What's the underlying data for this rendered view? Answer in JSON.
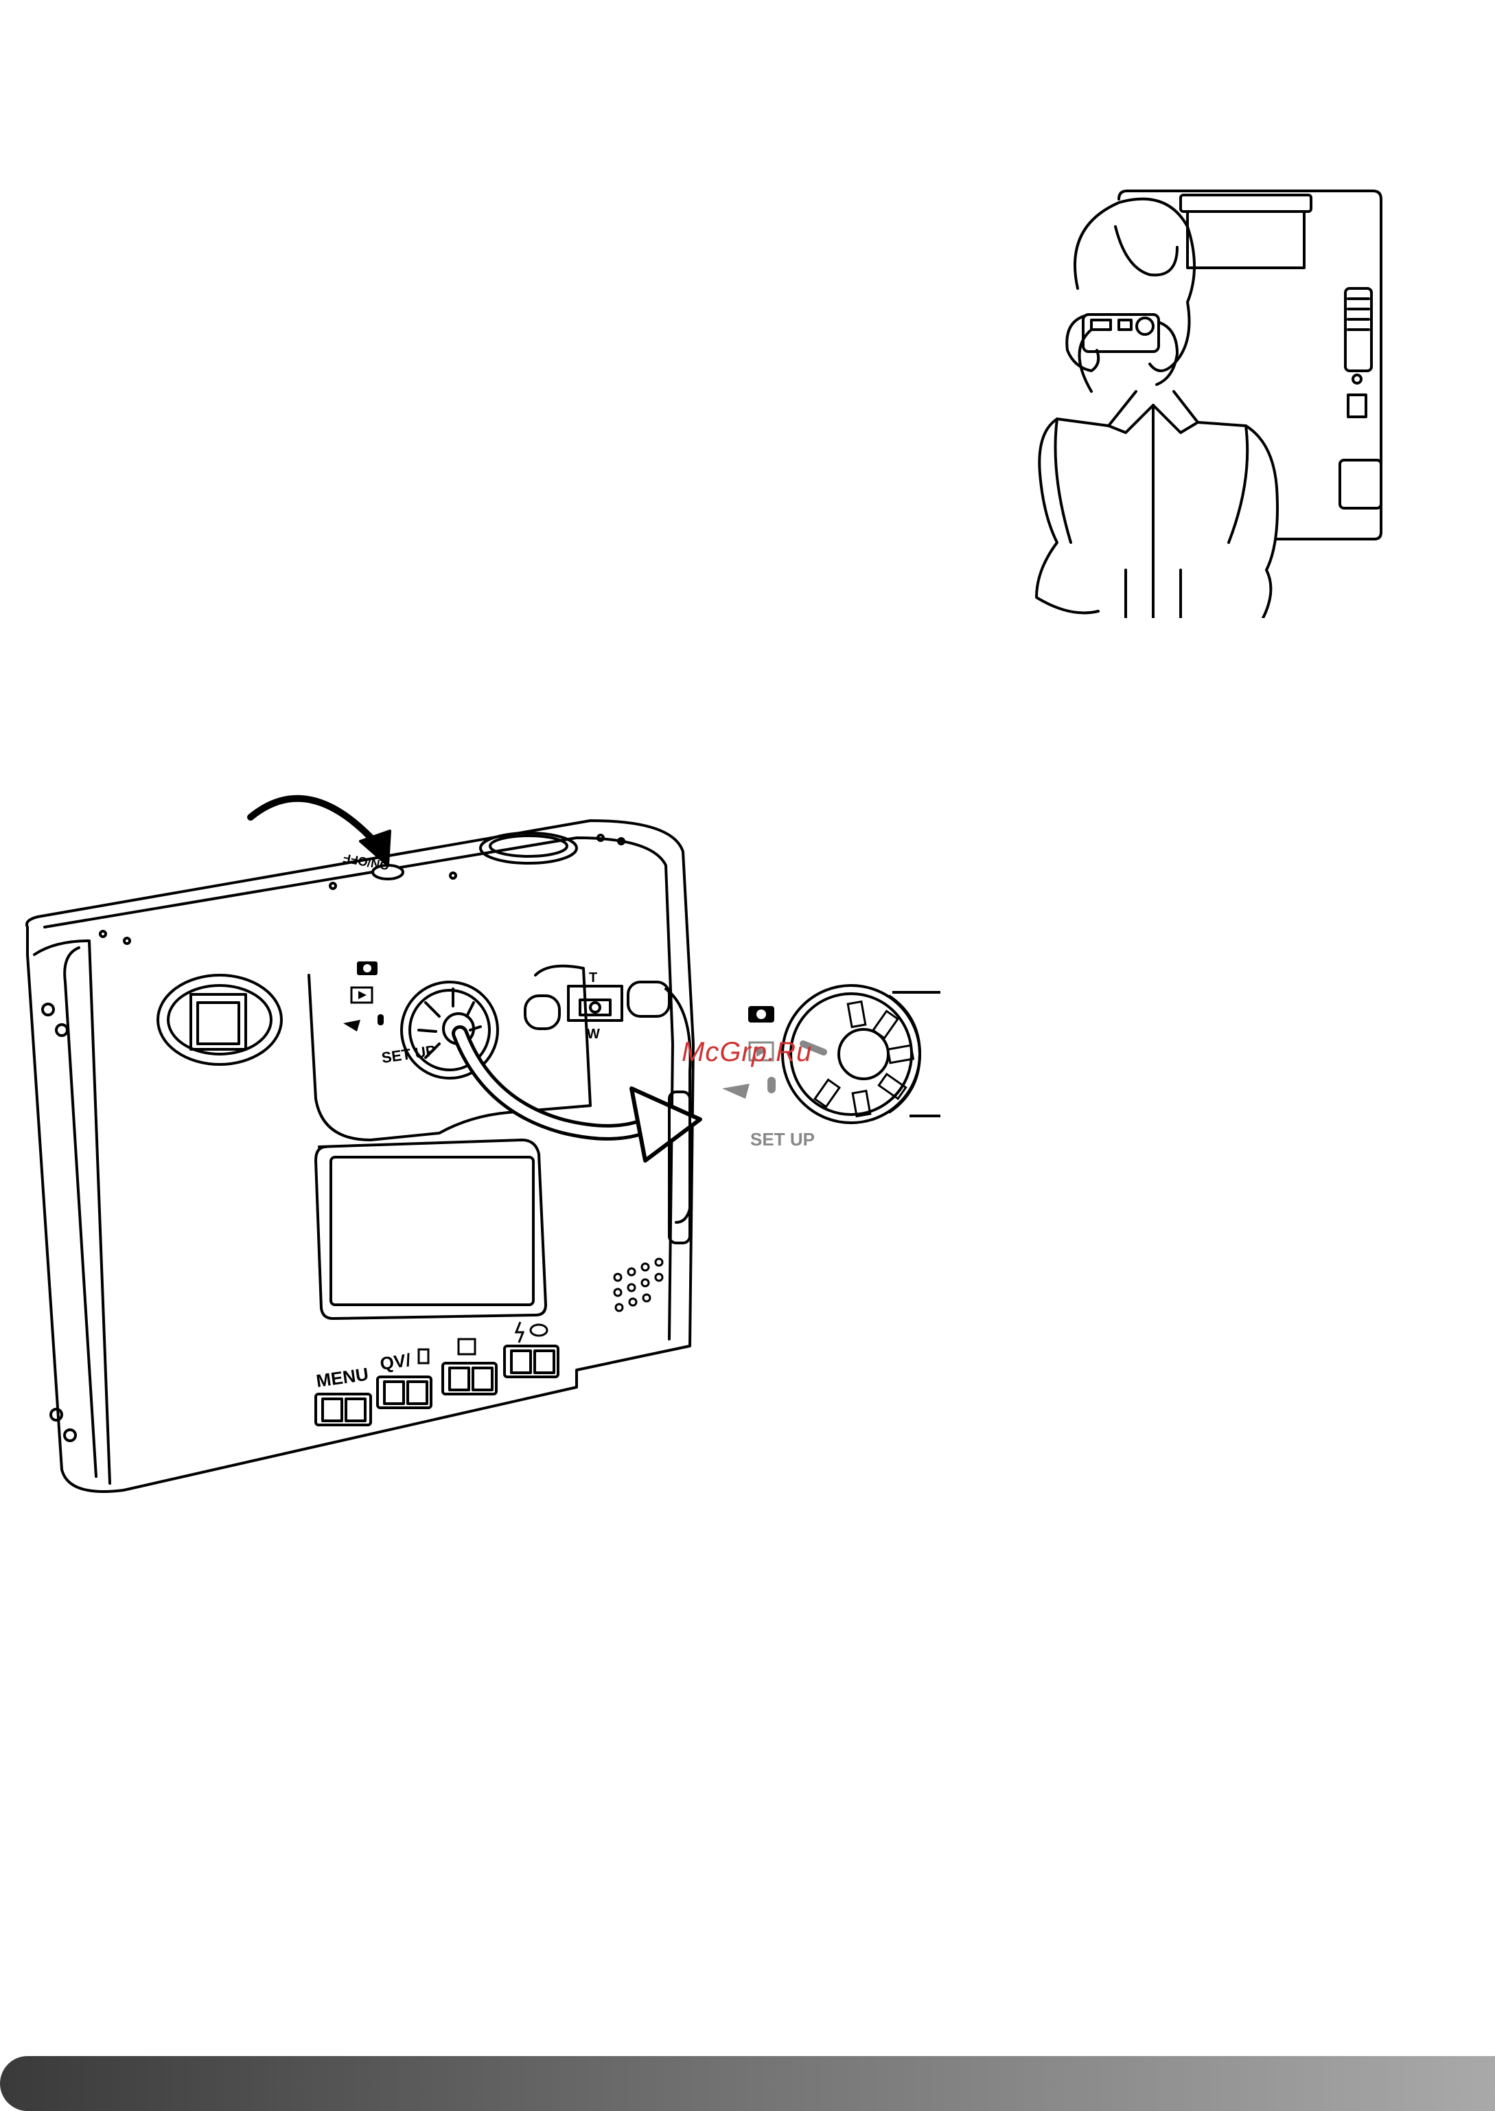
{
  "camera": {
    "power_label": "ON/OFF",
    "zoom_tele": "T",
    "zoom_wide": "W",
    "dial_label": "SET UP",
    "buttons": {
      "menu": "MENU",
      "qv": "QV/"
    }
  },
  "dial_detail": {
    "label": "SET UP"
  },
  "watermark": "McGrp.Ru",
  "icons": [
    "camera-icon",
    "play-icon",
    "movie-icon",
    "microphone-icon",
    "trash-icon",
    "flash-icon",
    "eye-icon",
    "display-icon"
  ],
  "colors": {
    "line": "#000000",
    "watermark": "#d03030",
    "footer_dark": "#3a3a3a",
    "footer_light": "#a9a9a9"
  }
}
